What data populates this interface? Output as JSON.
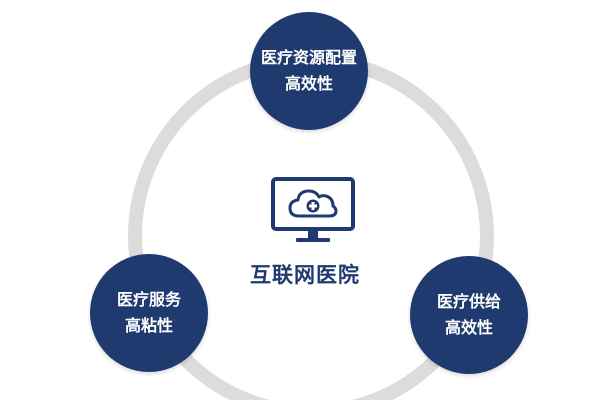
{
  "center": {
    "label": "互联网医院",
    "icon": "cloud-monitor-medical-icon"
  },
  "nodes": [
    {
      "id": "top",
      "line1": "医疗资源配置",
      "line2": "高效性"
    },
    {
      "id": "left",
      "line1": "医疗服务",
      "line2": "高粘性"
    },
    {
      "id": "right",
      "line1": "医疗供给",
      "line2": "高效性"
    }
  ],
  "colors": {
    "node": "#1f3a6e",
    "ring": "#dcdcdc",
    "text": "#ffffff",
    "accent": "#1f3a6e"
  }
}
